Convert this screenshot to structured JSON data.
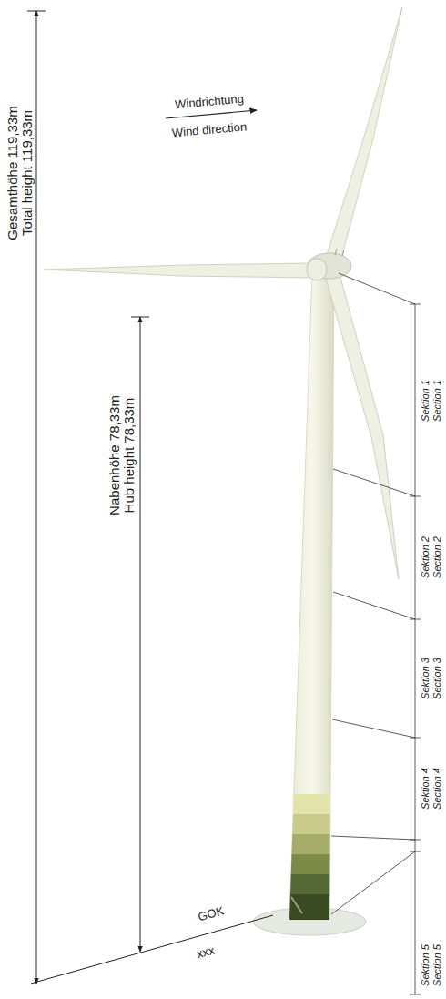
{
  "diagram": {
    "labels": [
      "Windrichtung",
      "Wind direction",
      "Gesamthöhe 119,33m",
      "Total height 119,33m",
      "Nabenhöhe 78,33m",
      "Hub height 78,33m",
      "GOK",
      "xxx",
      "Sektion 1",
      "Section 1",
      "Sektion 2",
      "Section 2",
      "Sektion 3",
      "Section 3",
      "Sektion 4",
      "Section 4",
      "Sektion 5",
      "Section 5"
    ]
  }
}
